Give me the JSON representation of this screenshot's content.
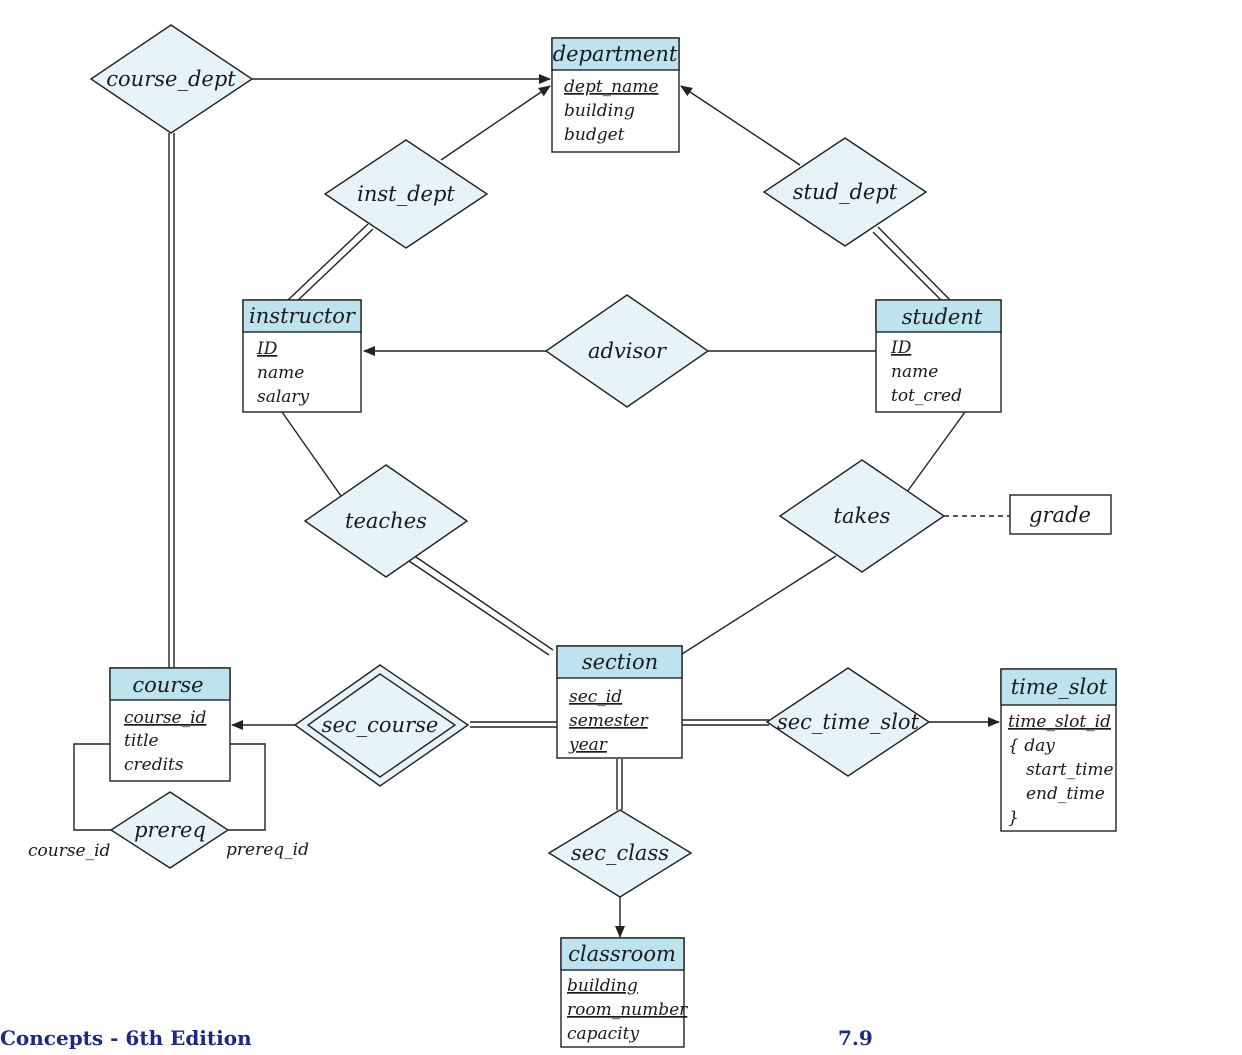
{
  "entities": {
    "department": {
      "title": "department",
      "attrs": [
        "dept_name",
        "building",
        "budget"
      ]
    },
    "instructor": {
      "title": "instructor",
      "attrs": [
        "ID",
        "name",
        "salary"
      ]
    },
    "student": {
      "title": "student",
      "attrs": [
        "ID",
        "name",
        "tot_cred"
      ]
    },
    "section": {
      "title": "section",
      "attrs": [
        "sec_id",
        "semester",
        "year"
      ]
    },
    "course": {
      "title": "course",
      "attrs": [
        "course_id",
        "title",
        "credits"
      ]
    },
    "time_slot": {
      "title": "time_slot",
      "attrs": [
        "time_slot_id",
        "{ day",
        "start_time",
        "end_time",
        "}"
      ]
    },
    "classroom": {
      "title": "classroom",
      "attrs": [
        "building",
        "room_number",
        "capacity"
      ]
    }
  },
  "relationships": {
    "course_dept": "course_dept",
    "inst_dept": "inst_dept",
    "stud_dept": "stud_dept",
    "advisor": "advisor",
    "teaches": "teaches",
    "takes": "takes",
    "sec_course": "sec_course",
    "sec_time_slot": "sec_time_slot",
    "sec_class": "sec_class",
    "prereq": "prereq"
  },
  "attributes": {
    "grade": "grade"
  },
  "roles": {
    "course_id": "course_id",
    "prereq_id": "prereq_id"
  },
  "footer": {
    "left": "Concepts - 6th Edition",
    "right": "7.9"
  },
  "colors": {
    "entity_header": "#bde3ee",
    "relationship_fill": "#e6f3f8",
    "line": "#222222",
    "footer_text": "#1b2a8a"
  }
}
